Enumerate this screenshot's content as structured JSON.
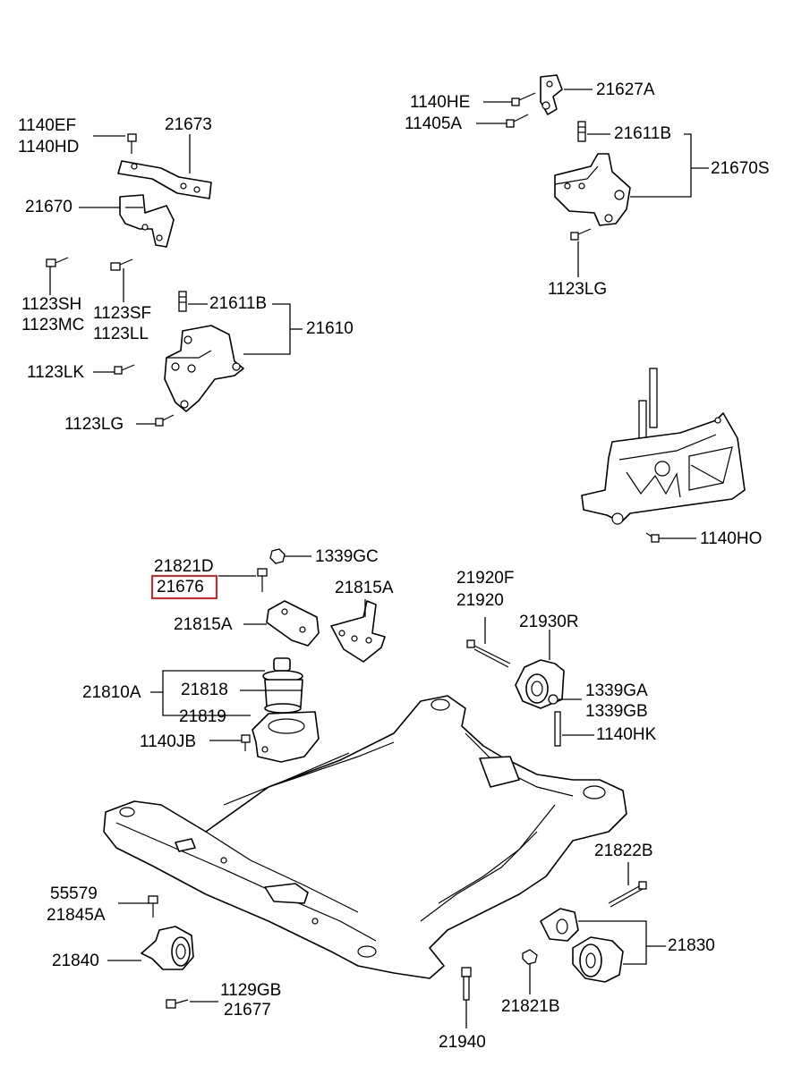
{
  "diagram": {
    "highlight_color": "#e02020",
    "highlighted_label": "21676",
    "labels": {
      "l_1140EF": "1140EF",
      "l_1140HD": "1140HD",
      "l_21673": "21673",
      "l_21670": "21670",
      "l_1123SH": "1123SH",
      "l_1123MC": "1123MC",
      "l_1123SF": "1123SF",
      "l_1123LL": "1123LL",
      "l_21611B_a": "21611B",
      "l_21610": "21610",
      "l_1123LK": "1123LK",
      "l_1123LG_a": "1123LG",
      "l_1140HE": "1140HE",
      "l_11405A": "11405A",
      "l_21627A": "21627A",
      "l_21611B_b": "21611B",
      "l_21670S": "21670S",
      "l_1123LG_b": "1123LG",
      "l_1140HO": "1140HO",
      "l_21821D": "21821D",
      "l_21676": "21676",
      "l_1339GC": "1339GC",
      "l_21815A_a": "21815A",
      "l_21815A_b": "21815A",
      "l_21920F": "21920F",
      "l_21920": "21920",
      "l_21930R": "21930R",
      "l_21810A": "21810A",
      "l_21818": "21818",
      "l_21819": "21819",
      "l_1339GA": "1339GA",
      "l_1339GB": "1339GB",
      "l_1140JB": "1140JB",
      "l_1140HK": "1140HK",
      "l_21822B": "21822B",
      "l_55579": "55579",
      "l_21845A": "21845A",
      "l_21830": "21830",
      "l_21840": "21840",
      "l_1129GB": "1129GB",
      "l_21677": "21677",
      "l_21821B": "21821B",
      "l_21940": "21940"
    }
  }
}
